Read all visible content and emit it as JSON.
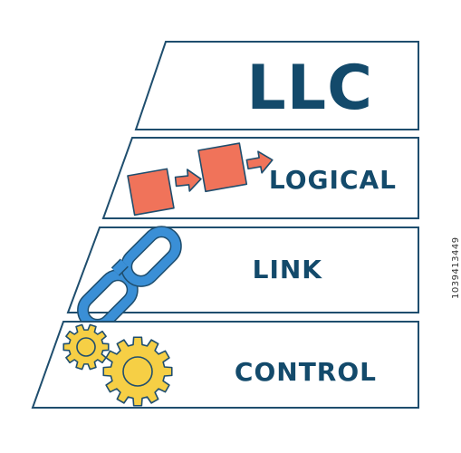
{
  "diagram": {
    "title": "LLC",
    "tiers": [
      {
        "label": "LOGICAL",
        "icon": "process-arrow-icon"
      },
      {
        "label": "LINK",
        "icon": "chain-link-icon"
      },
      {
        "label": "CONTROL",
        "icon": "gears-icon"
      }
    ]
  },
  "stamp": {
    "id_text": "1039413449"
  },
  "colors": {
    "text": "#134a6b",
    "outline": "#1f4e6e",
    "box_orange": "#f0735a",
    "chain_blue": "#3a8fd6",
    "gear_yellow": "#f6cf45"
  }
}
